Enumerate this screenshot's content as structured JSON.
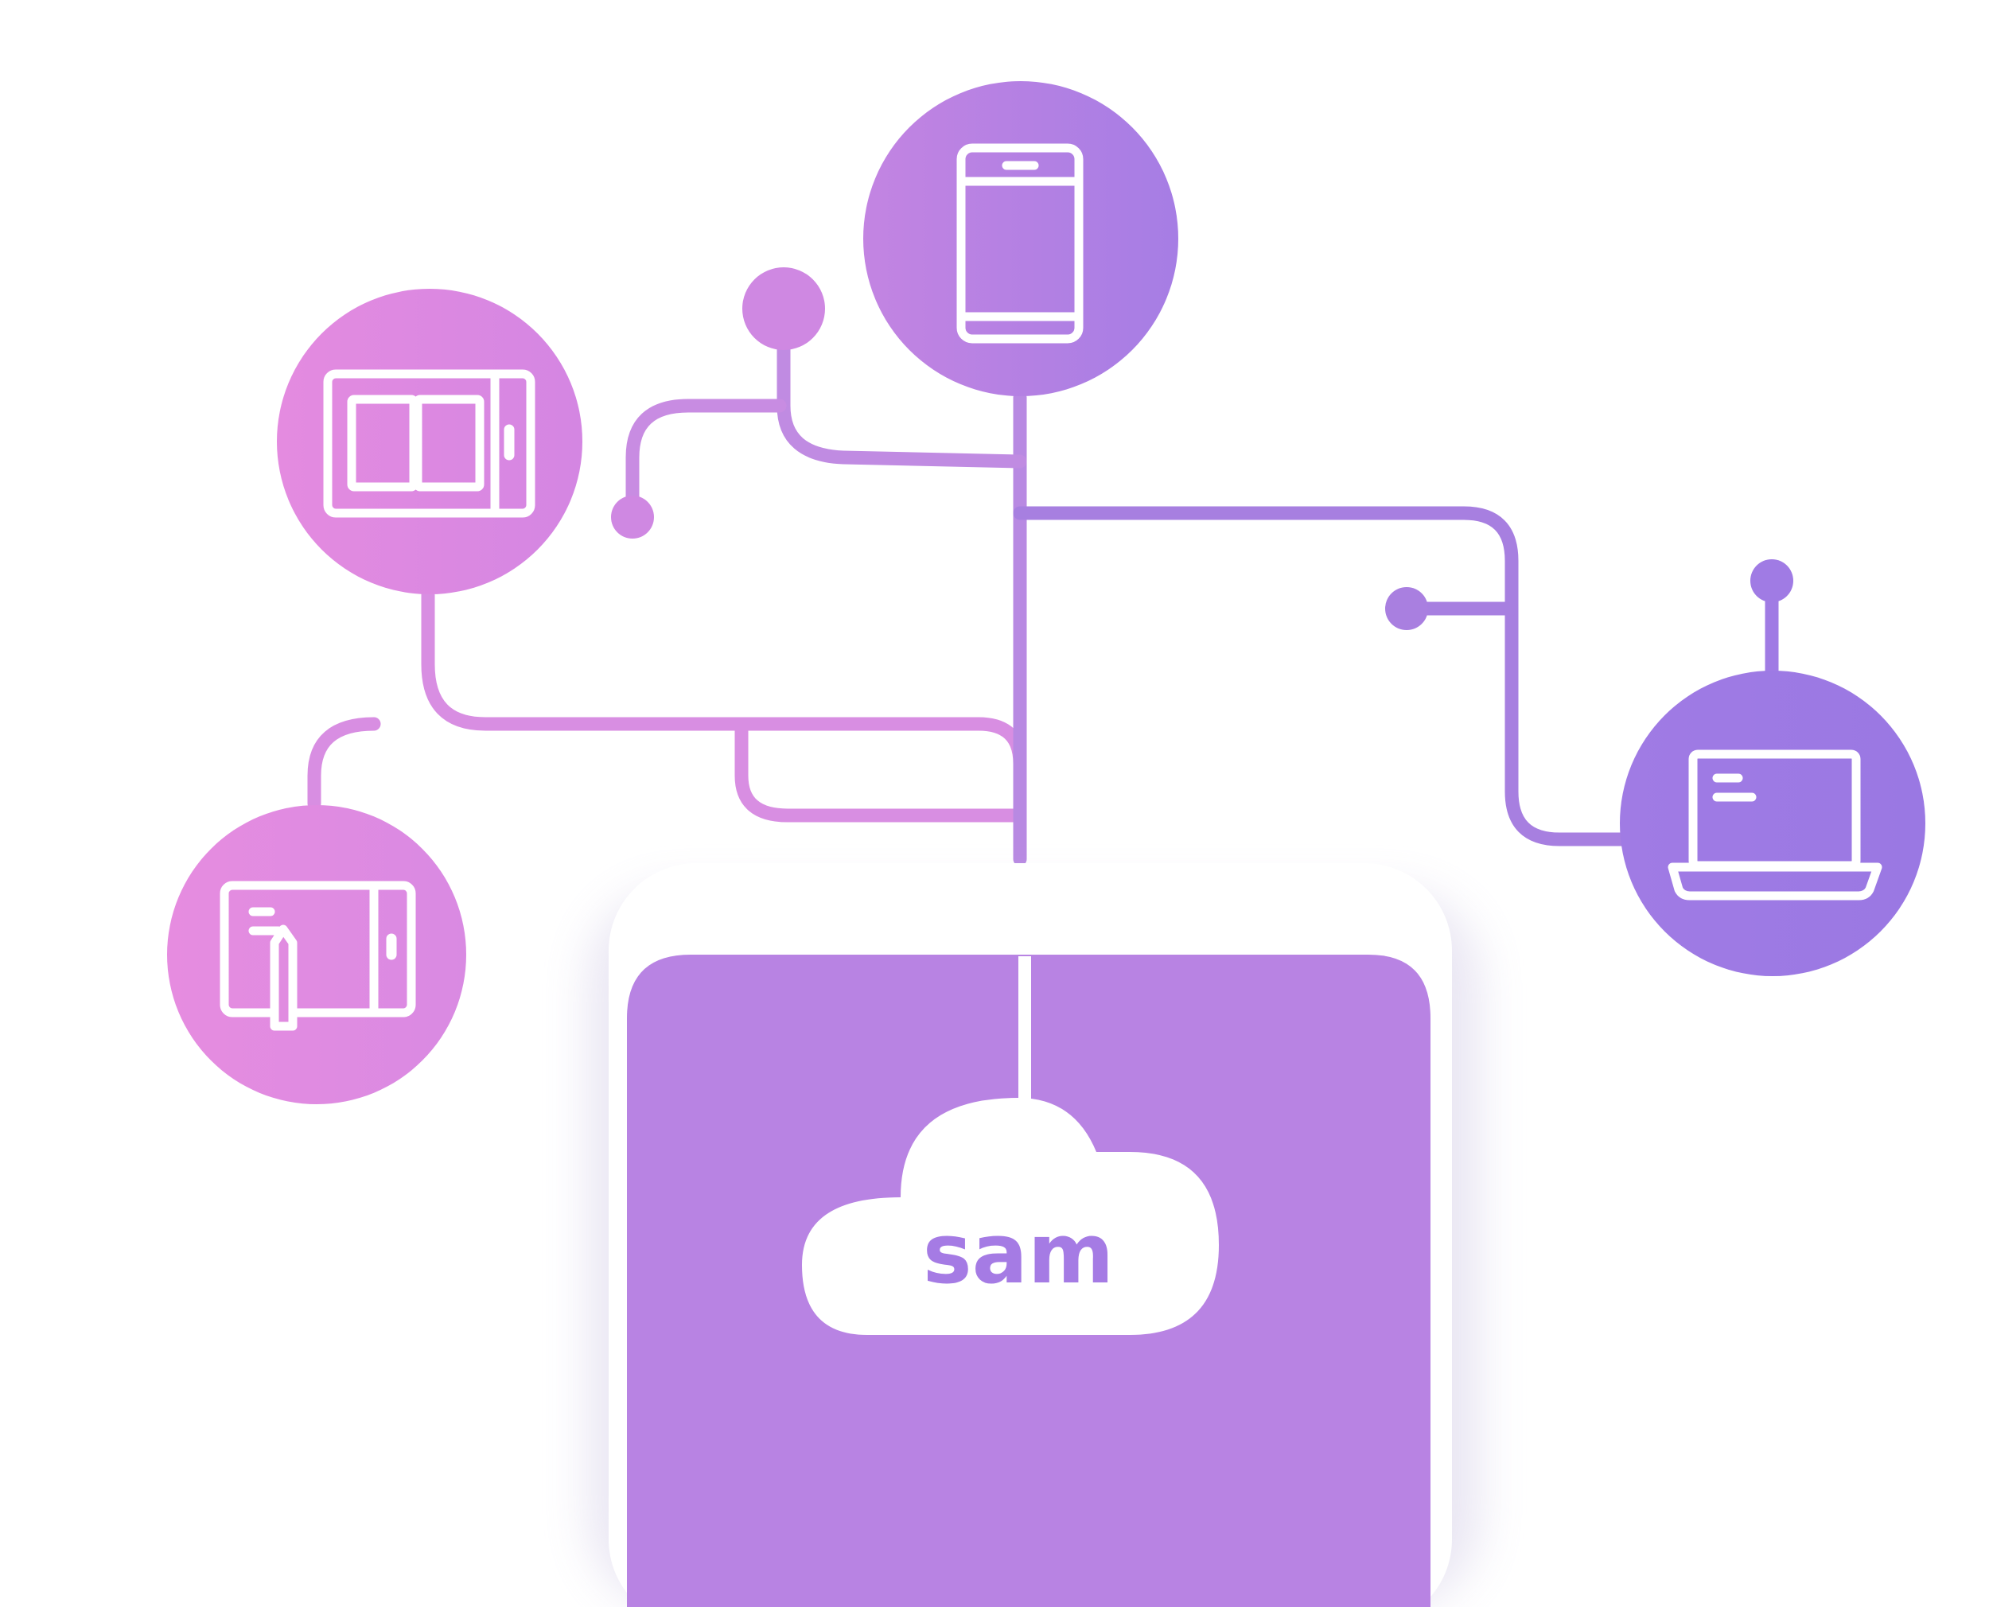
{
  "brand": {
    "cloud_text": "sam"
  },
  "colors": {
    "pink": "#E088E0",
    "lilac": "#C282E2",
    "violet": "#A57BE4",
    "phone_screen": "#B883E3",
    "line_pink": "#D88EE2",
    "line_violet": "#A77FE0",
    "white": "#ffffff"
  },
  "devices": [
    {
      "name": "smartphone",
      "icon": "smartphone-icon"
    },
    {
      "name": "ebook-reader",
      "icon": "ebook-reader-icon"
    },
    {
      "name": "tablet-with-stylus",
      "icon": "tablet-stylus-icon"
    },
    {
      "name": "laptop",
      "icon": "laptop-icon"
    }
  ]
}
